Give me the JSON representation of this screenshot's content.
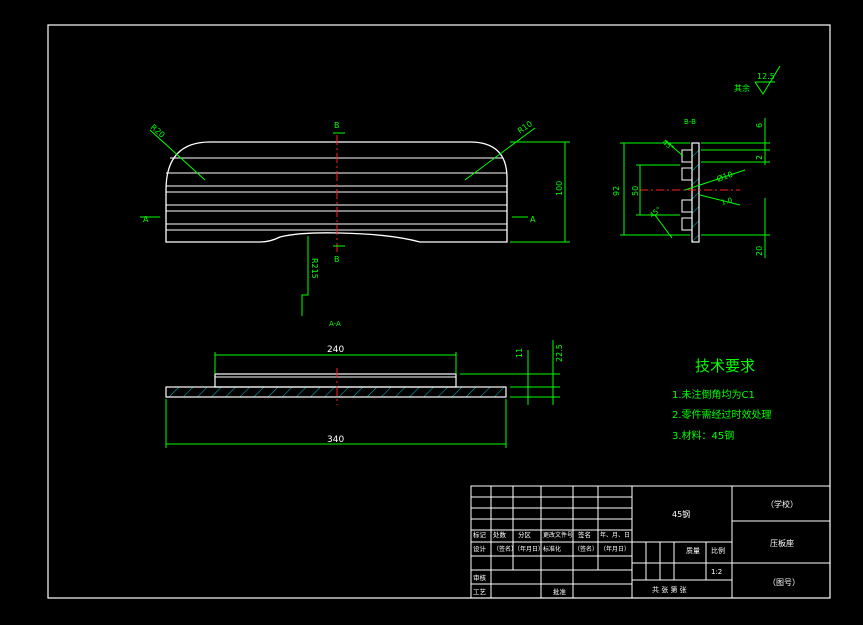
{
  "colors": {
    "background": "#000000",
    "outline": "#ffffff",
    "dimension": "#00ff00",
    "center_line": "#ff2020",
    "hatch": "#00c0c0",
    "title_text": "#ffffff"
  },
  "top_view": {
    "label_left_radius": "R20",
    "label_right_radius": "R10",
    "label_bottom_radius": "R215",
    "section_mark_left": "A",
    "section_mark_right": "A",
    "section_mark_top": "B",
    "section_mark_bottom": "B",
    "dim_height": "100"
  },
  "section_view": {
    "title": "A-A",
    "dim_top_width": "240",
    "dim_total_width": "340",
    "dim_height": "22.5",
    "dim_thickness": "11"
  },
  "side_view": {
    "title": "B-B",
    "dim_total_height": "92",
    "dim_mid": "50",
    "dim_top": "6",
    "dim_step": "2",
    "dim_bottom": "20",
    "dim_phi": "Ø10",
    "dim_small": "1.0",
    "dim_angle_top": "45°",
    "dim_angle_bottom": "45°"
  },
  "roughness": {
    "label": "其余",
    "value": "12.5"
  },
  "tech_requirements": {
    "heading": "技术要求",
    "items": [
      "1.未注倒角均为C1",
      "2.零件需经过时效处理",
      "3.材料：45钢"
    ]
  },
  "title_block": {
    "material": "45钢",
    "school": "（学校）",
    "part_name": "压板座",
    "drawing_no": "（图号）",
    "scale": "1:2",
    "weight_label": "质量",
    "scale_label": "比例",
    "sheet_label": "共  张  第  张",
    "row_headers": [
      "标记",
      "处数",
      "分区",
      "更改文件号",
      "签名",
      "年、月、日"
    ],
    "design_row": [
      "设计",
      "（签名）",
      "（年月日）",
      "标准化",
      "（签名）",
      "（年月日）"
    ],
    "review_label": "审核",
    "process_label": "工艺",
    "approve_label": "批准"
  }
}
